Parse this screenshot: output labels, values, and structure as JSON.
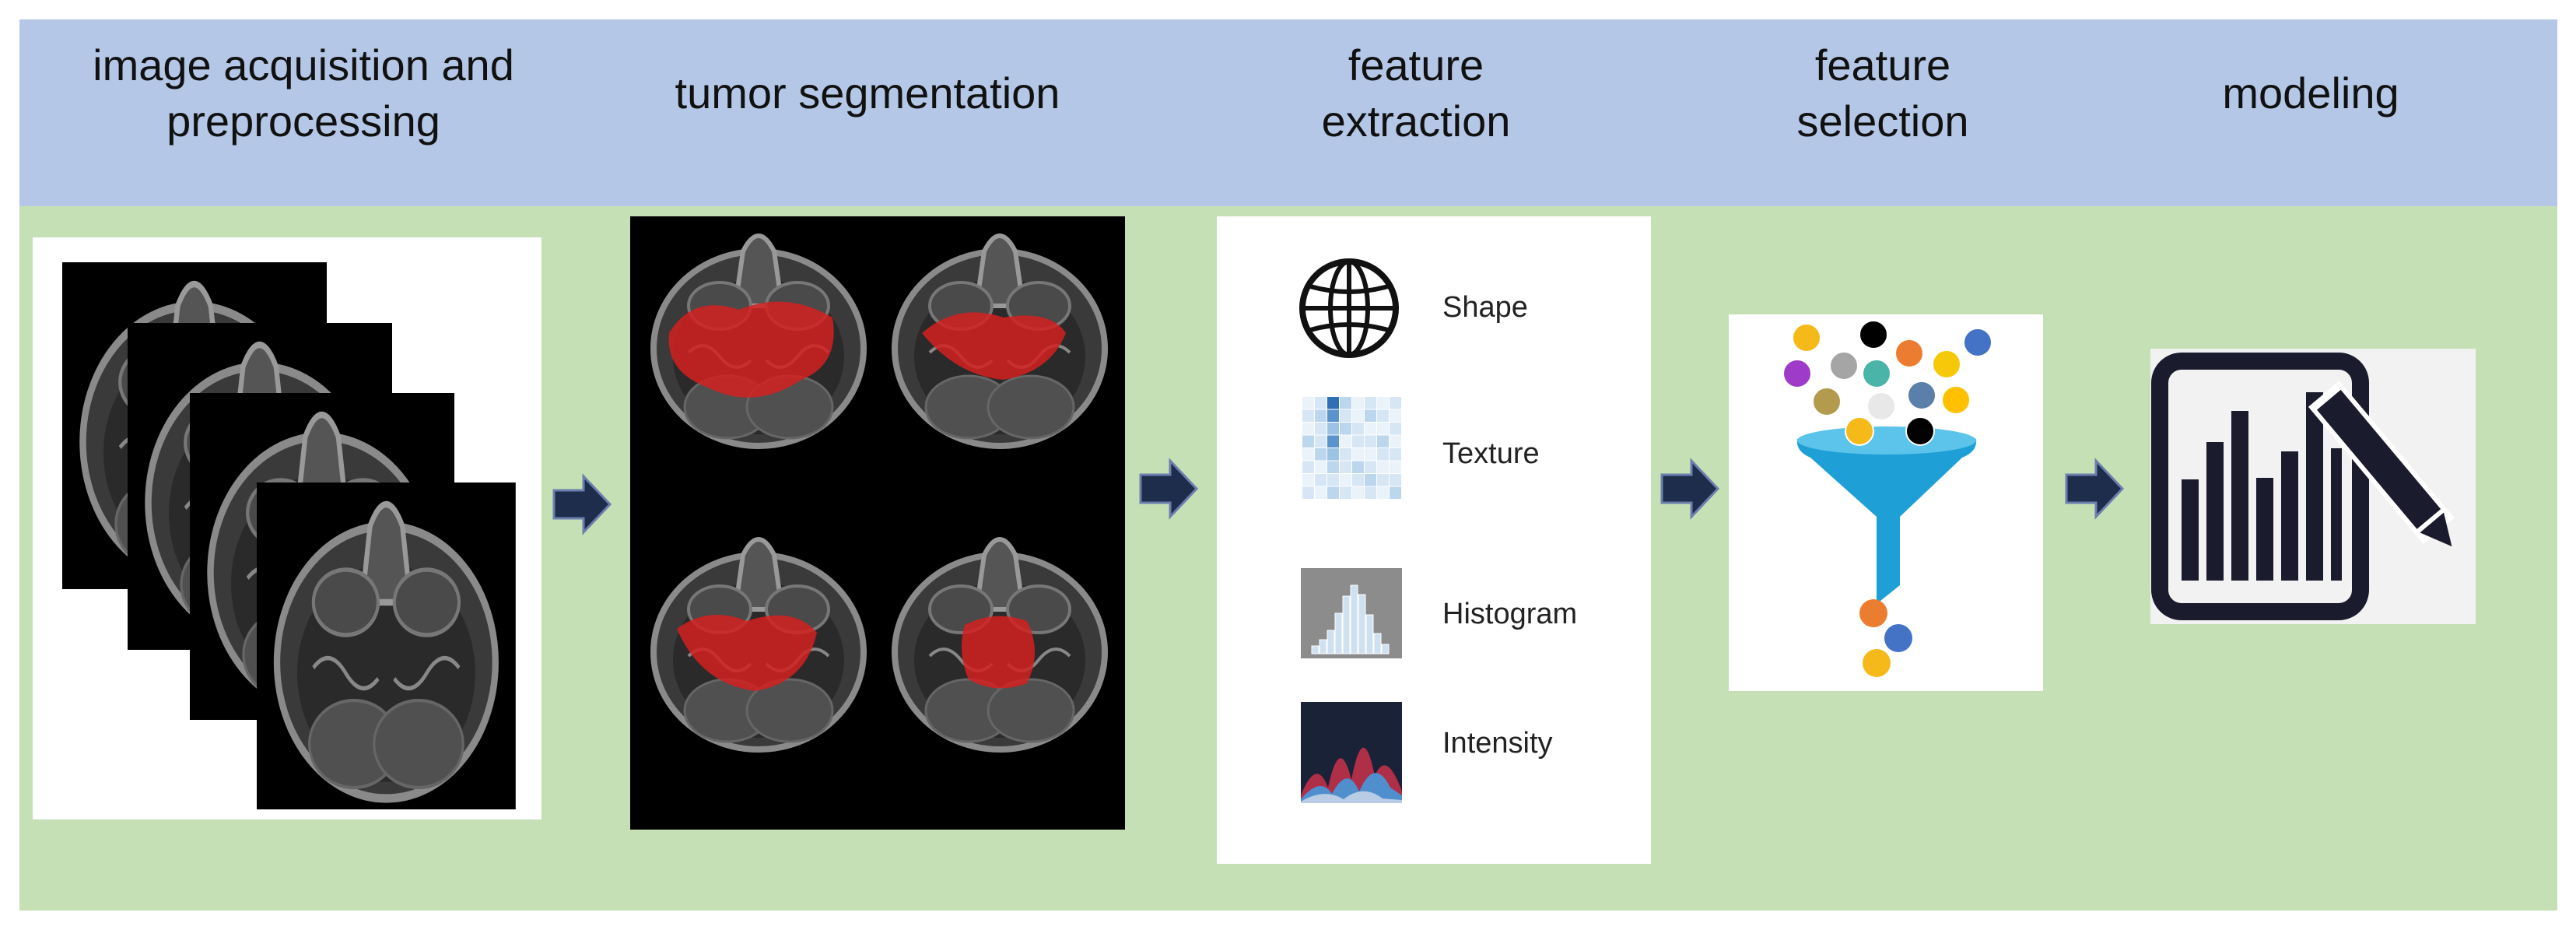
{
  "steps": [
    {
      "id": "acquisition",
      "title": "image acquisition and\npreprocessing"
    },
    {
      "id": "segmentation",
      "title": "tumor segmentation"
    },
    {
      "id": "extraction",
      "title": "feature\nextraction"
    },
    {
      "id": "selection",
      "title": "feature\nselection"
    },
    {
      "id": "modeling",
      "title": "modeling"
    }
  ],
  "features": [
    {
      "label": "Shape",
      "icon": "globe-icon"
    },
    {
      "label": "Texture",
      "icon": "heatmap-icon"
    },
    {
      "label": "Histogram",
      "icon": "histogram-icon"
    },
    {
      "label": "Intensity",
      "icon": "intensity-icon"
    }
  ],
  "colors": {
    "header": "#b4c7e7",
    "body": "#c5e0b4",
    "arrow": "#1f2d4d",
    "tumor": "#d42020",
    "funnel": "#1ea0d6",
    "chart_icon": "#1b1b2e"
  },
  "funnel_balls": [
    "#f6b91a",
    "#000000",
    "#ec7c30",
    "#4472c4",
    "#9e3bc8",
    "#a5a5a5",
    "#4bb4a8",
    "#f6c80a",
    "#b39b4e",
    "#e8e8e8",
    "#5a7fa8",
    "#ffc000"
  ],
  "funnel_output": [
    "#ec7c30",
    "#4472c4",
    "#f6b91a"
  ]
}
